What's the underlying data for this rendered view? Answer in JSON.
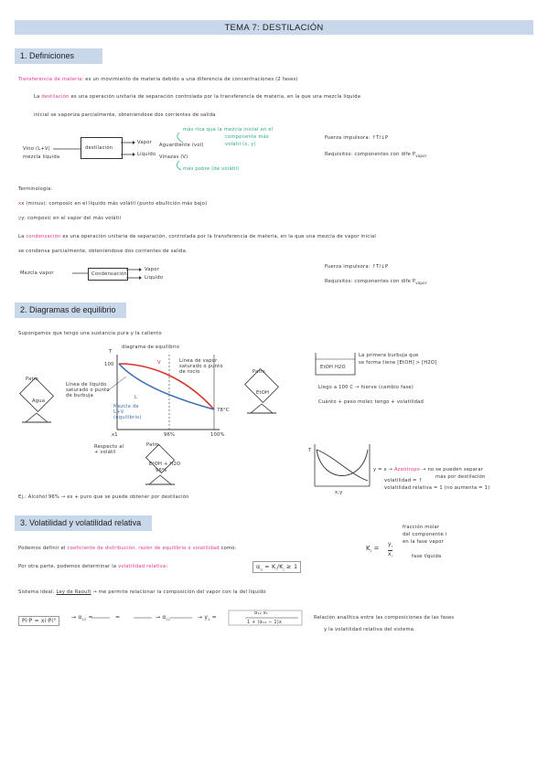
{
  "page_title": "TEMA 7: DESTILACIÓN",
  "sections": {
    "s1": "1. Definiciones",
    "s2": "2. Diagramas de equilibrio",
    "s3": "3. Volatilidad y volatilidad relativa"
  },
  "defs": {
    "tm_term": "Transferencia de materia",
    "tm_text": ": es un movimiento de materia debido a una diferencia de concentraciones (2 fases)",
    "la1": "La",
    "dest_term": "destilación",
    "dest_text": "es una operación unitaria de separación controlada por la transferencia de materia, en la que una mezcla líquida",
    "dest_text2": "inicial se vaporiza parcialmente, obteniéndose dos corrientes de salida",
    "box1": "destilación",
    "in_left1": "Vino (L+V)",
    "in_left2": "mezcla líquida",
    "out_vapor": "Vapor",
    "out_liq": "Líquido",
    "aguardiente": "Aguardiente (vol)",
    "vinazas": "Vinazas (V)",
    "teal1": "más rica que la mezcla inicial en el",
    "teal2": "componente más",
    "teal3": "volátil (x, y)",
    "teal4": "más pobre (de volátil)",
    "fuerza1": "Fuerza impulsora: ↑T/↓P",
    "req1": "Requisitos: componentes con dife P",
    "req1_sub": "vapor",
    "terminologia": "Terminología:",
    "x_def": "x (minus): composic en el líquido más volátil (punto ebullición más bajo)",
    "y_def": "y: composic en el vapor del más volátil",
    "la2": "La",
    "cond_term": "condensación",
    "cond_text": "es una operación unitaria de separación, controlada por la transferencia de materia, en la que una mezcla de vapor inicial",
    "cond_text2": "se condensa parcialmente, obteniéndose dos corrientes de salida.",
    "box2": "Condensación",
    "mezcla_vapor": "Mezcla vapor",
    "fuerza2": "Fuerza impulsora: ↑T/↓P",
    "req2": "Requisitos: componentes con dife P",
    "req2_sub": "vapor"
  },
  "diag": {
    "suponemos": "Supongamos que tengo una sustancia pura y la caliento",
    "patm1": "Patm",
    "agua": "Agua",
    "titulo": "diagrama de equilibrio",
    "t_label": "T",
    "t100": "100",
    "linea_liquido": "Línea de líquido saturado o punto de burbuja",
    "linea_vapor": "Línea de vapor saturado o punto de rocío",
    "v_label": "V",
    "l_label": "L",
    "mezcla": "Mezcla de L+V (equilibrio)",
    "t78": "78°C",
    "xi_label": "x1",
    "x96": "96%",
    "x100": "100%",
    "respecto": "Respecto al + volátil",
    "patm2": "Patm",
    "etoh_h2o": "EtOH + H2O",
    "p96": "96%",
    "patm3": "Patm",
    "etoh": "EtOH",
    "burbuja1": "La primera burbuja que",
    "burbuja2": "se forma tiene [EtOH] > [H2O]",
    "etoh_h2o2": "EtOH H2O",
    "llego": "Llego a 100 C → hierve (cambio fase)",
    "cuanto": "Cuánto + peso molec tengo + volatilidad",
    "t_label2": "T",
    "xy_label": "x,y",
    "azeo_a": "y = x →",
    "azeo_b": "Azeótropo",
    "azeo_c": "→ no se pueden separar",
    "azeo_d": "más por destilación",
    "vol_rel": "volatilidad = ↑",
    "vol_rel2": "volatilidad relativa = 1 (no aumenta = 1)",
    "ej": "Ej.: Alcohol 96% → es + puro que se puede obtener por destilación"
  },
  "vol": {
    "p1a": "Podemos definir el",
    "p1_term": "coeficiente de distribución, razón de equilibrio o volatilidad",
    "p1b": "como:",
    "ki": "K",
    "ki_sub": "i",
    "eq": "=",
    "yi": "y",
    "yi_sub": "i",
    "xi": "x",
    "xi_sub": "i",
    "frac1": "fracción molar",
    "frac2": "del componente i",
    "frac3": "en la fase vapor",
    "frac4": "fase líquida",
    "p2a": "Por otra parte, podemos determinar la",
    "p2_term": "volatilidad relativa",
    "p2b": ":",
    "alpha": "α",
    "alpha_sub": "ij",
    "alpha_eq": "= K",
    "alpha_k1": "i",
    "alpha_k2": "K",
    "alpha_k3": "j",
    "alpha_tail": "≥ 1",
    "sistema": "Sistema ideal:",
    "raoult": "Ley de Raoult",
    "raoult_tail": "→ me permite relacionar la composición del vapor con la del líquido",
    "pi_eq": "P",
    "pi_full": "Pi·P = xi·Pi°",
    "step1": "→ α",
    "step2": "=",
    "step3": "→ α",
    "step4": "→ y",
    "alpha12": "12",
    "yi_form_num": "α₁₂ x₁",
    "yi_form_den": "1 + (α₁₂ − 1)x",
    "relacion1": "Relación analítica entre las composiciones de las fases",
    "relacion2": "y la volatilidad relativa del sistema."
  },
  "colors": {
    "header_bg": "#c8d7ea",
    "pink": "#e0338a",
    "teal": "#2aa88a",
    "red_curve": "#d8322c",
    "blue_curve": "#3b6fb0"
  }
}
